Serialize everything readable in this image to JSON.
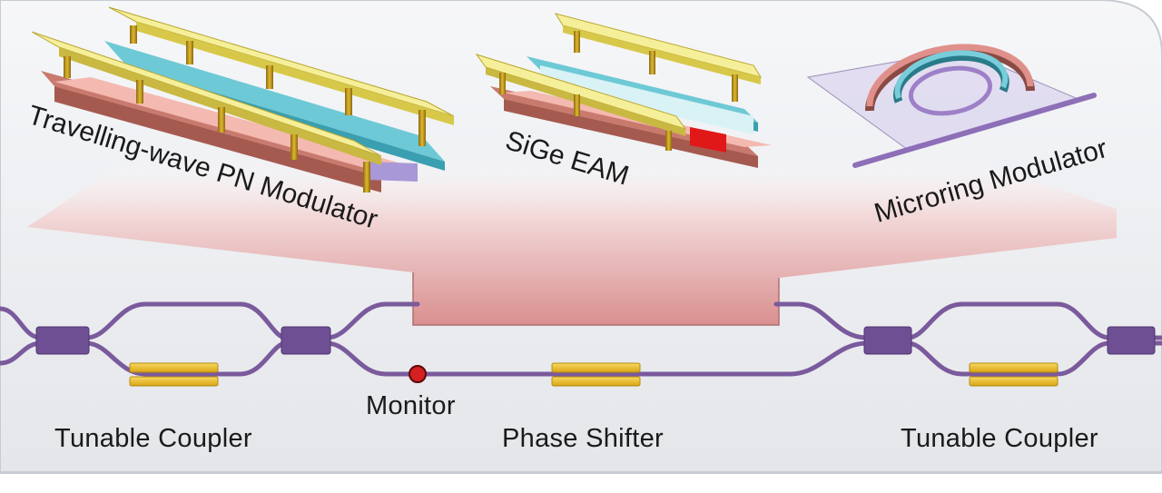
{
  "labels": {
    "travelling_wave": "Travelling-wave PN Modulator",
    "sige_eam": "SiGe EAM",
    "microring": "Microring Modulator",
    "monitor": "Monitor",
    "tunable_coupler_left": "Tunable Coupler",
    "phase_shifter": "Phase Shifter",
    "tunable_coupler_right": "Tunable Coupler"
  },
  "colors": {
    "waveguide": "#7a5a9c",
    "coupler_block": "#6f4f93",
    "heater": "#e7b822",
    "electrode": "#f2ea86",
    "via": "#c9a020",
    "p_layer": "#b86a5e",
    "n_layer": "#3aa8bc",
    "monitor_dot": "#d42020",
    "callout_top": "#f7eaea",
    "callout_bottom": "#d98888"
  }
}
